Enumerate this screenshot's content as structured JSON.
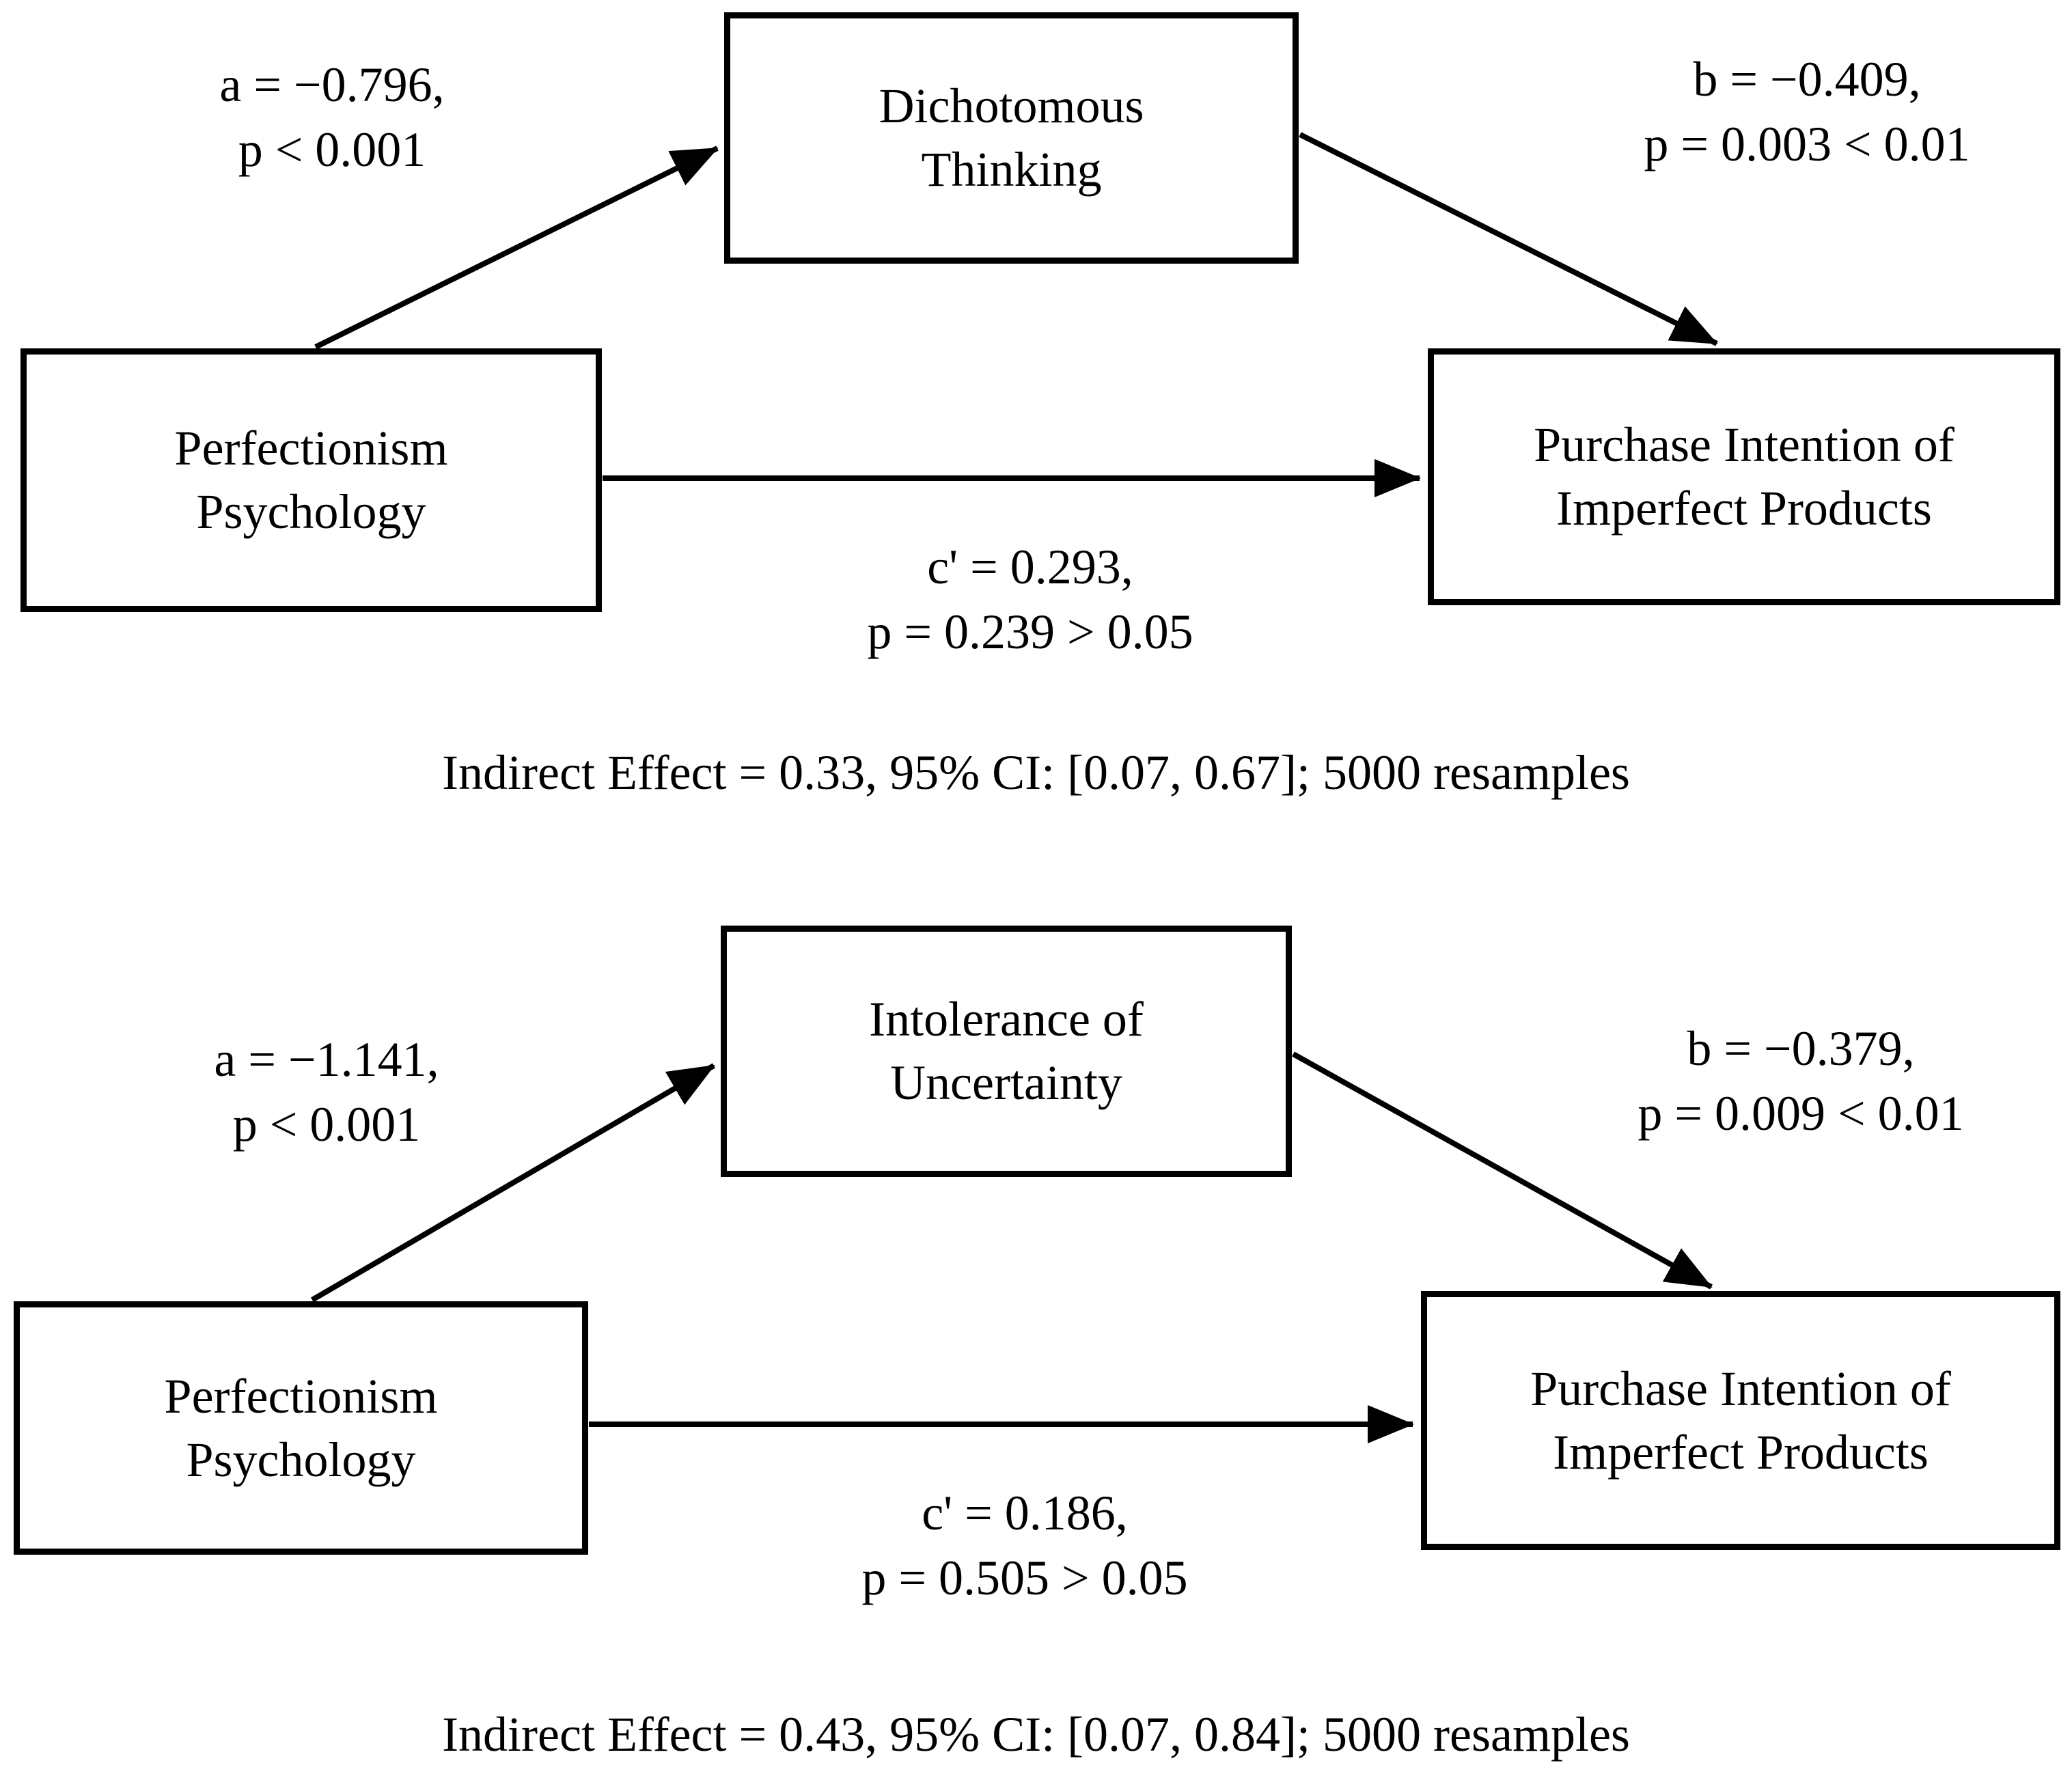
{
  "colors": {
    "background": "#ffffff",
    "ink": "#000000"
  },
  "diagram1": {
    "mediator": {
      "line1": "Dichotomous",
      "line2": "Thinking"
    },
    "predictor": {
      "line1": "Perfectionism",
      "line2": "Psychology"
    },
    "outcome": {
      "line1": "Purchase Intention of",
      "line2": "Imperfect Products"
    },
    "path_a": {
      "line1": "a = −0.796,",
      "line2": "p < 0.001"
    },
    "path_b": {
      "line1": "b = −0.409,",
      "line2": "p = 0.003 < 0.01"
    },
    "path_c": {
      "line1": "c' = 0.293,",
      "line2": "p = 0.239 > 0.05"
    },
    "indirect_effect": "Indirect Effect = 0.33, 95% CI: [0.07, 0.67]; 5000 resamples"
  },
  "diagram2": {
    "mediator": {
      "line1": "Intolerance of",
      "line2": "Uncertainty"
    },
    "predictor": {
      "line1": "Perfectionism",
      "line2": "Psychology"
    },
    "outcome": {
      "line1": "Purchase Intention of",
      "line2": "Imperfect Products"
    },
    "path_a": {
      "line1": "a = −1.141,",
      "line2": "p < 0.001"
    },
    "path_b": {
      "line1": "b = −0.379,",
      "line2": "p = 0.009 < 0.01"
    },
    "path_c": {
      "line1": "c' = 0.186,",
      "line2": "p = 0.505 > 0.05"
    },
    "indirect_effect": "Indirect Effect = 0.43, 95% CI: [0.07, 0.84]; 5000 resamples"
  }
}
